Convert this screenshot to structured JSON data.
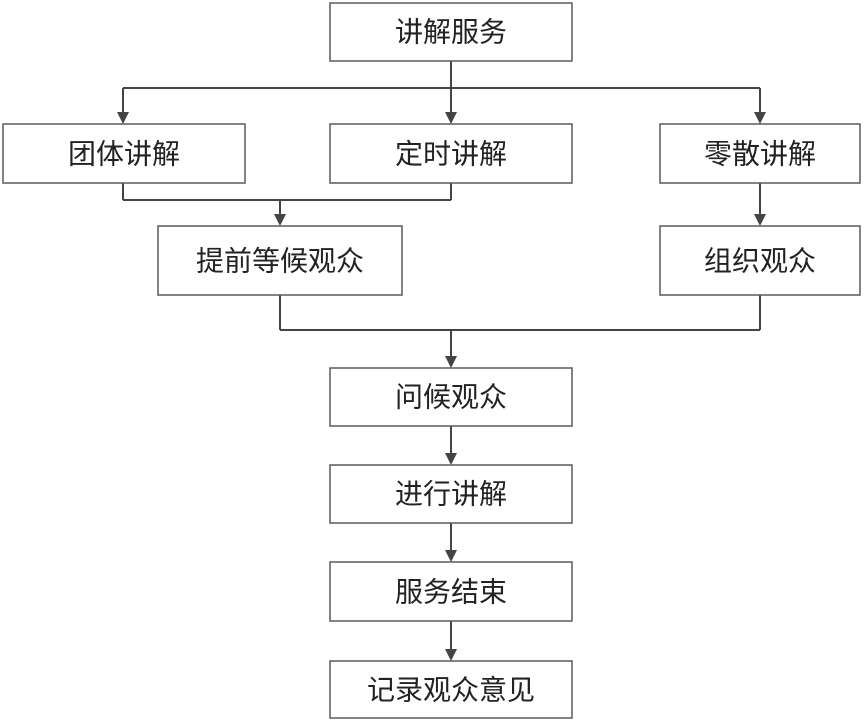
{
  "nodes": {
    "service": "讲解服务",
    "group": "团体讲解",
    "scheduled": "定时讲解",
    "scattered": "零散讲解",
    "wait": "提前等候观众",
    "organize": "组织观众",
    "greet": "问候观众",
    "explain": "进行讲解",
    "end": "服务结束",
    "record": "记录观众意见"
  },
  "edges": [
    [
      "service",
      "group"
    ],
    [
      "service",
      "scheduled"
    ],
    [
      "service",
      "scattered"
    ],
    [
      "group",
      "wait"
    ],
    [
      "scheduled",
      "wait"
    ],
    [
      "scattered",
      "organize"
    ],
    [
      "wait",
      "greet"
    ],
    [
      "organize",
      "greet"
    ],
    [
      "greet",
      "explain"
    ],
    [
      "explain",
      "end"
    ],
    [
      "end",
      "record"
    ]
  ],
  "colors": {
    "border": "#5a5a5a",
    "line": "#444444",
    "text": "#222222",
    "background": "#ffffff"
  }
}
